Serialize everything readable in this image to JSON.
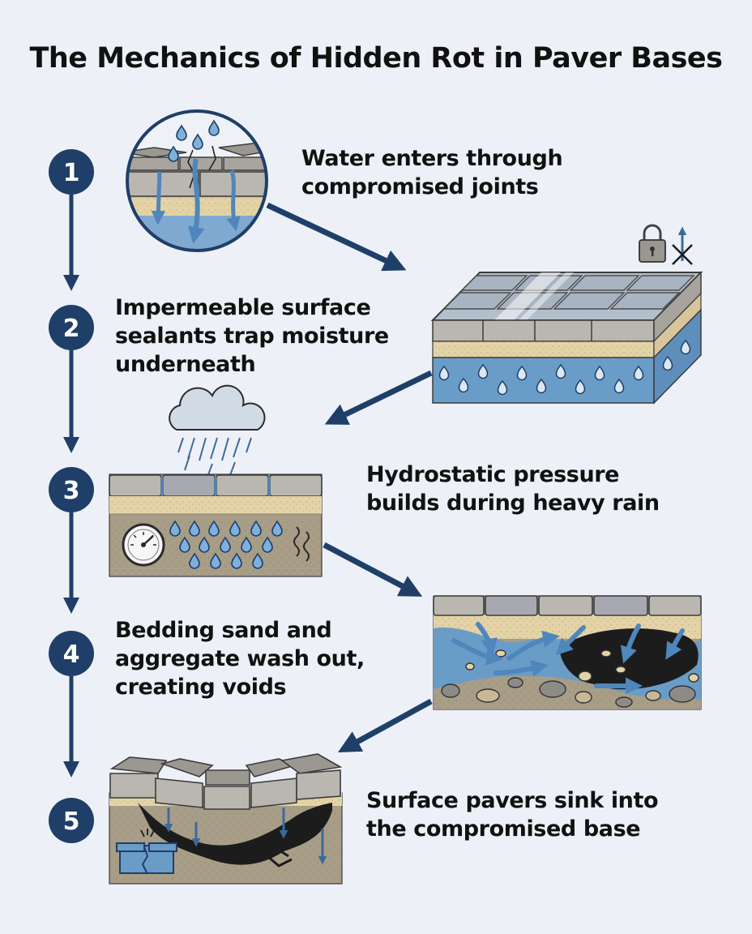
{
  "title": "The Mechanics of Hidden Rot in Paver Bases",
  "steps": [
    {
      "number": "1",
      "text": "Water enters through\ncompromised joints"
    },
    {
      "number": "2",
      "text": "Impermeable surface\nsealants trap moisture\nunderneath"
    },
    {
      "number": "3",
      "text": "Hydrostatic pressure\nbuilds during heavy rain"
    },
    {
      "number": "4",
      "text": "Bedding sand and\naggregate wash out,\ncreating voids"
    },
    {
      "number": "5",
      "text": "Surface pavers sink into\nthe compromised base"
    }
  ],
  "colors": {
    "accent_navy": "#1f3f68",
    "paver_gray": "#b5b1ab",
    "sand": "#e3d3a6",
    "water_blue": "#6a9cc8",
    "soil": "#a89d87",
    "void": "#1c1c1c"
  },
  "icons": [
    "water-drop-icon",
    "lock-icon",
    "no-upward-flow-icon",
    "rain-cloud-icon",
    "pressure-gauge-icon",
    "heat-wave-icon",
    "cracked-pipe-icon"
  ]
}
